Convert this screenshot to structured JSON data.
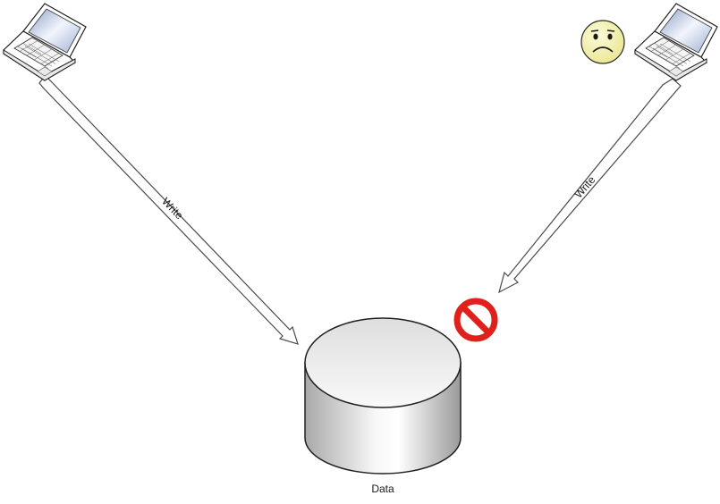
{
  "diagram": {
    "left_arrow_label": "Write",
    "right_arrow_label": "Write",
    "database_label": "Data"
  },
  "icons": {
    "left_client": "laptop-icon",
    "right_client": "laptop-icon",
    "sad_face": "sad-face-icon",
    "blocked": "no-entry-icon",
    "database": "database-cylinder-icon"
  },
  "colors": {
    "block_red": "#e0201b",
    "face_yellow": "#f3f0a8",
    "arrow_outline": "#4a4a4a",
    "db_outline": "#1f1f1f"
  }
}
